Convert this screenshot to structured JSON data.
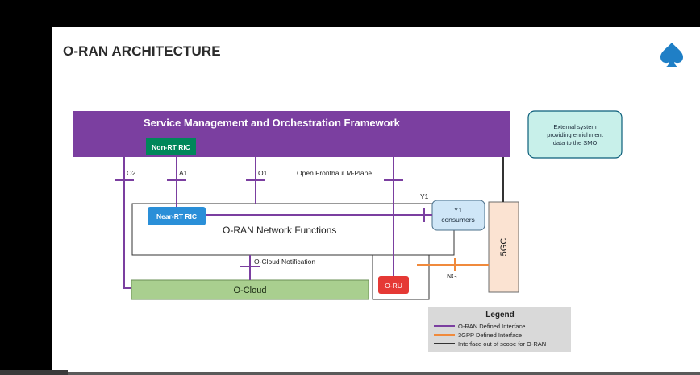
{
  "slide": {
    "title": "O-RAN ARCHITECTURE",
    "logo_icon": "spade-logo-icon"
  },
  "diagram": {
    "smo": {
      "label": "Service Management and Orchestration Framework",
      "fill": "#7b3fa0"
    },
    "non_rt_ric": {
      "label": "Non-RT RIC",
      "fill": "#00875a"
    },
    "near_rt_ric": {
      "label": "Near-RT RIC",
      "fill": "#2a8fd8"
    },
    "network_functions": {
      "label": "O-RAN Network Functions"
    },
    "o_cloud": {
      "label": "O-Cloud",
      "fill": "#a9cf8f"
    },
    "o_ru": {
      "label": "O-RU",
      "fill": "#e53935"
    },
    "five_gc": {
      "label": "5GC",
      "fill": "#fbe3d2"
    },
    "external_system": {
      "lines": [
        "External system",
        "providing enrichment",
        "data to the SMO"
      ],
      "fill": "#c8f0ea"
    },
    "y1_consumers": {
      "lines": [
        "Y1",
        "consumers"
      ],
      "fill": "#cfe6f7"
    },
    "interfaces": {
      "o2": "O2",
      "a1": "A1",
      "o1": "O1",
      "fronthaul": "Open Fronthaul M-Plane",
      "y1": "Y1",
      "o_cloud_notification": "O-Cloud Notification",
      "ng": "NG"
    },
    "legend": {
      "title": "Legend",
      "items": [
        {
          "label": "O-RAN Defined Interface",
          "color": "#7b3fa0"
        },
        {
          "label": "3GPP Defined Interface",
          "color": "#f08a3c"
        },
        {
          "label": "Interface out of scope for O-RAN",
          "color": "#333333"
        }
      ]
    }
  }
}
